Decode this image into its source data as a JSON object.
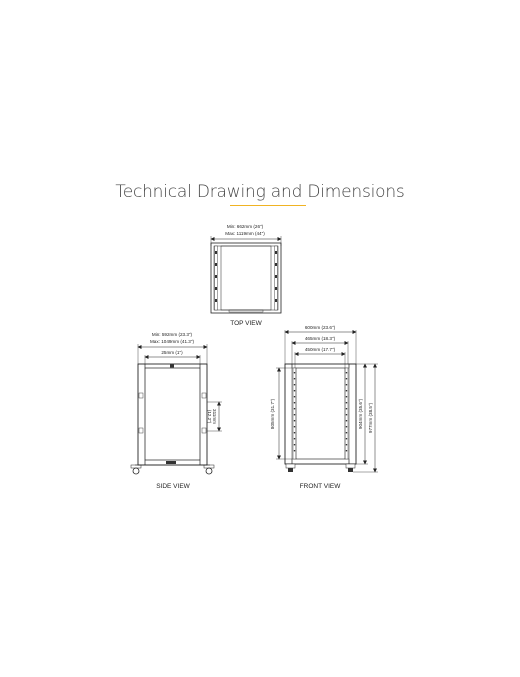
{
  "title": "Technical Drawing and Dimensions",
  "accent_color": "#f0b323",
  "views": {
    "top": {
      "caption": "TOP VIEW",
      "dim_min": "Min: 662mm (26\")",
      "dim_max": "Max: 1119mm (44\")"
    },
    "side": {
      "caption": "SIDE VIEW",
      "dim_min": "Min: 592mm (23.3\")",
      "dim_max": "Max: 1049mm (41.3\")",
      "dim_rail": "25mm (1\")",
      "dim_slot": "311mm",
      "dim_slot_in": "(12.2\")"
    },
    "front": {
      "caption": "FRONT VIEW",
      "dim_width_outer": "600mm (23.6\")",
      "dim_width_mid": "465mm (18.3\")",
      "dim_width_inner": "450mm (17.7\")",
      "dim_height_inner": "805mm (31.7\")",
      "dim_height_mid": "904mm (35.6\")",
      "dim_height_outer": "977mm (38.5\")"
    }
  }
}
